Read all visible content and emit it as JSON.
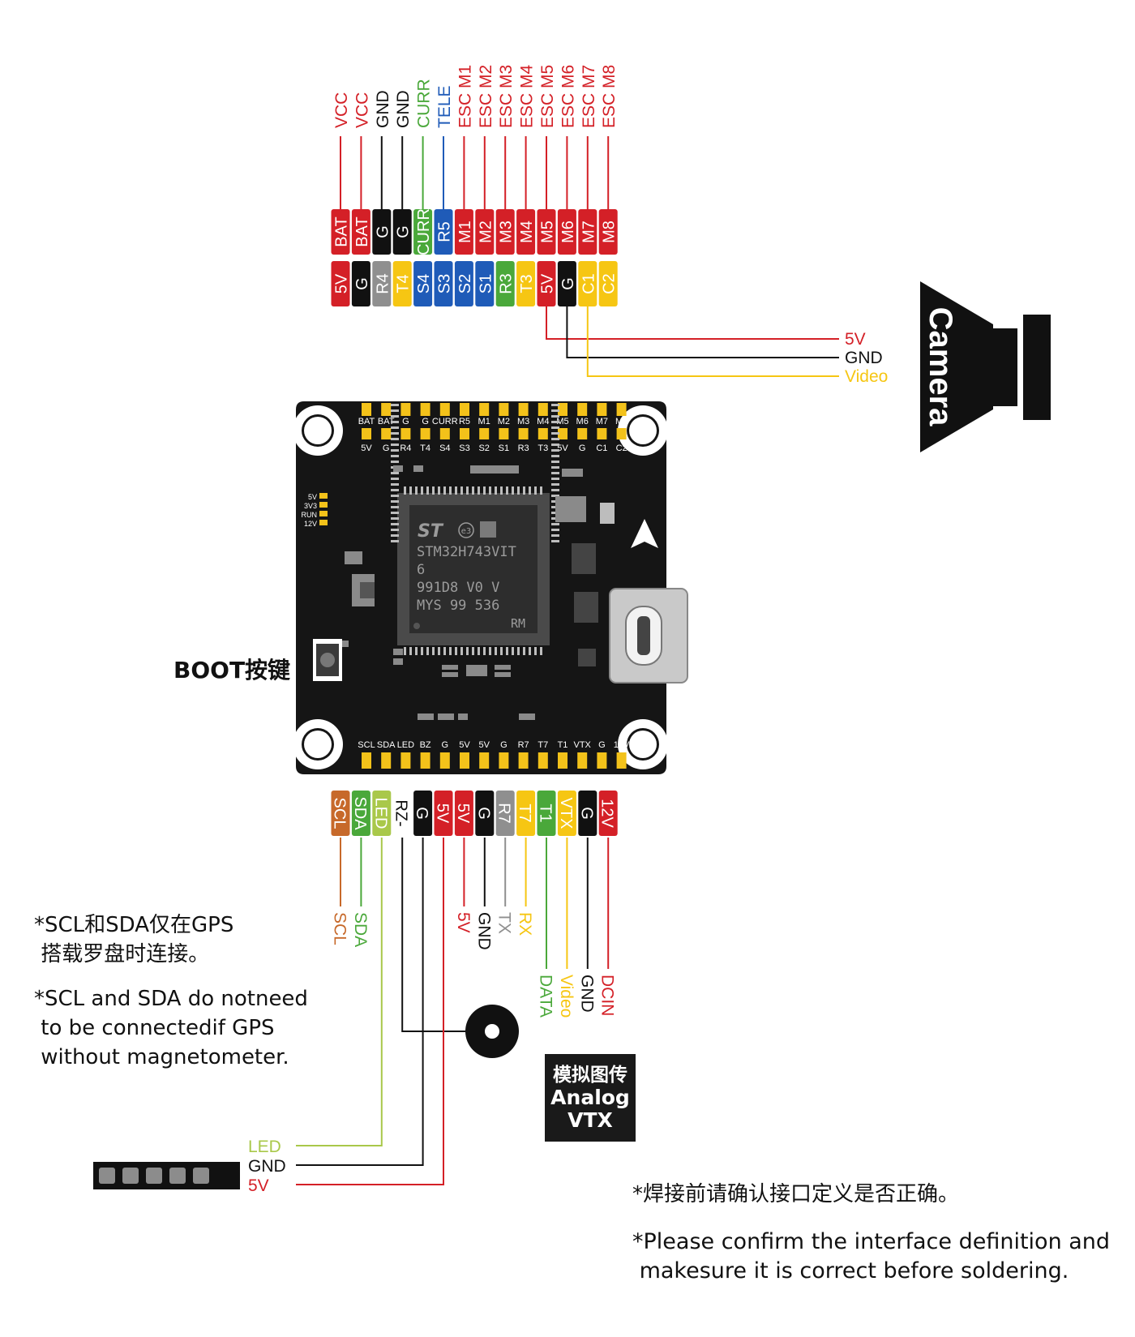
{
  "colors": {
    "red": "#d42027",
    "black": "#111111",
    "gray": "#8f8f8f",
    "yellow": "#f6c613",
    "blue": "#1f5bb8",
    "green": "#4aa83a",
    "orange": "#c7692a",
    "lime": "#a9c84a",
    "pad": "#f3c21a"
  },
  "top_signals": [
    {
      "text": "VCC",
      "color": "red"
    },
    {
      "text": "VCC",
      "color": "red"
    },
    {
      "text": "GND",
      "color": "black"
    },
    {
      "text": "GND",
      "color": "black"
    },
    {
      "text": "CURR",
      "color": "green"
    },
    {
      "text": "TELE",
      "color": "blue"
    },
    {
      "text": "ESC M1",
      "color": "red"
    },
    {
      "text": "ESC M2",
      "color": "red"
    },
    {
      "text": "ESC M3",
      "color": "red"
    },
    {
      "text": "ESC M4",
      "color": "red"
    },
    {
      "text": "ESC M5",
      "color": "red"
    },
    {
      "text": "ESC M6",
      "color": "red"
    },
    {
      "text": "ESC M7",
      "color": "red"
    },
    {
      "text": "ESC M8",
      "color": "red"
    }
  ],
  "top_row1": [
    {
      "text": "BAT",
      "color": "red"
    },
    {
      "text": "BAT",
      "color": "red"
    },
    {
      "text": "G",
      "color": "black"
    },
    {
      "text": "G",
      "color": "black"
    },
    {
      "text": "CURR",
      "color": "green"
    },
    {
      "text": "R5",
      "color": "blue"
    },
    {
      "text": "M1",
      "color": "red"
    },
    {
      "text": "M2",
      "color": "red"
    },
    {
      "text": "M3",
      "color": "red"
    },
    {
      "text": "M4",
      "color": "red"
    },
    {
      "text": "M5",
      "color": "red"
    },
    {
      "text": "M6",
      "color": "red"
    },
    {
      "text": "M7",
      "color": "red"
    },
    {
      "text": "M8",
      "color": "red"
    }
  ],
  "top_row2": [
    {
      "text": "5V",
      "color": "red"
    },
    {
      "text": "G",
      "color": "black"
    },
    {
      "text": "R4",
      "color": "gray"
    },
    {
      "text": "T4",
      "color": "yellow"
    },
    {
      "text": "S4",
      "color": "blue"
    },
    {
      "text": "S3",
      "color": "blue"
    },
    {
      "text": "S2",
      "color": "blue"
    },
    {
      "text": "S1",
      "color": "blue"
    },
    {
      "text": "R3",
      "color": "green"
    },
    {
      "text": "T3",
      "color": "yellow"
    },
    {
      "text": "5V",
      "color": "red"
    },
    {
      "text": "G",
      "color": "black"
    },
    {
      "text": "C1",
      "color": "yellow"
    },
    {
      "text": "C2",
      "color": "yellow"
    }
  ],
  "camera": {
    "title": "Camera",
    "wires": [
      {
        "text": "5V",
        "color": "red"
      },
      {
        "text": "GND",
        "color": "black"
      },
      {
        "text": "Video",
        "color": "yellow"
      }
    ]
  },
  "board": {
    "top_row1_silk": [
      "BAT",
      "BAT",
      "G",
      "G",
      "CURR",
      "R5",
      "M1",
      "M2",
      "M3",
      "M4",
      "M5",
      "M6",
      "M7",
      "M8"
    ],
    "top_row2_silk": [
      "5V",
      "G",
      "R4",
      "T4",
      "S4",
      "S3",
      "S2",
      "S1",
      "R3",
      "T3",
      "5V",
      "G",
      "C1",
      "C2"
    ],
    "bottom_silk": [
      "SCL",
      "SDA",
      "LED",
      "BZ",
      "G",
      "5V",
      "5V",
      "G",
      "R7",
      "T7",
      "T1",
      "VTX",
      "G",
      "12V"
    ],
    "leds": [
      "5V",
      "3V3",
      "RUN",
      "12V"
    ],
    "chip_lines": [
      "STM32H743VIT",
      "6",
      "991D8 V0 V",
      "MYS 99 536",
      "RM"
    ],
    "chip_badge": "e3"
  },
  "boot_label": "BOOT按键",
  "bottom_row": [
    {
      "text": "SCL",
      "color": "orange"
    },
    {
      "text": "SDA",
      "color": "green"
    },
    {
      "text": "LED",
      "color": "lime"
    },
    {
      "text": "RZ-",
      "color": "none"
    },
    {
      "text": "G",
      "color": "black"
    },
    {
      "text": "5V",
      "color": "red"
    },
    {
      "text": "5V",
      "color": "red"
    },
    {
      "text": "G",
      "color": "black"
    },
    {
      "text": "R7",
      "color": "gray"
    },
    {
      "text": "T7",
      "color": "yellow"
    },
    {
      "text": "T1",
      "color": "green"
    },
    {
      "text": "VTX",
      "color": "yellow"
    },
    {
      "text": "G",
      "color": "black"
    },
    {
      "text": "12V",
      "color": "red"
    }
  ],
  "bottom_signals": [
    {
      "text": "SCL",
      "color": "orange"
    },
    {
      "text": "SDA",
      "color": "green"
    },
    {
      "text": "5V",
      "color": "red"
    },
    {
      "text": "GND",
      "color": "black"
    },
    {
      "text": "TX",
      "color": "gray"
    },
    {
      "text": "RX",
      "color": "yellow"
    },
    {
      "text": "DATA",
      "color": "green"
    },
    {
      "text": "Video",
      "color": "yellow"
    },
    {
      "text": "GND",
      "color": "black"
    },
    {
      "text": "DCIN",
      "color": "red"
    }
  ],
  "led_strip": {
    "wires": [
      {
        "text": "LED",
        "color": "lime"
      },
      {
        "text": "GND",
        "color": "black"
      },
      {
        "text": "5V",
        "color": "red"
      }
    ]
  },
  "vtx": {
    "line1": "模拟图传",
    "line2": "Analog",
    "line3": "VTX"
  },
  "notes": {
    "cn_line1": "*SCL和SDA仅在GPS",
    "cn_line2": " 搭载罗盘时连接。",
    "en_line1": "*SCL and SDA do notneed",
    "en_line2": " to be connectedif GPS",
    "en_line3": " without magnetometer.",
    "solder_cn": "*焊接前请确认接口定义是否正确。",
    "solder_en_line1": "*Please confirm the interface definition and",
    "solder_en_line2": " makesure it is correct before soldering."
  }
}
